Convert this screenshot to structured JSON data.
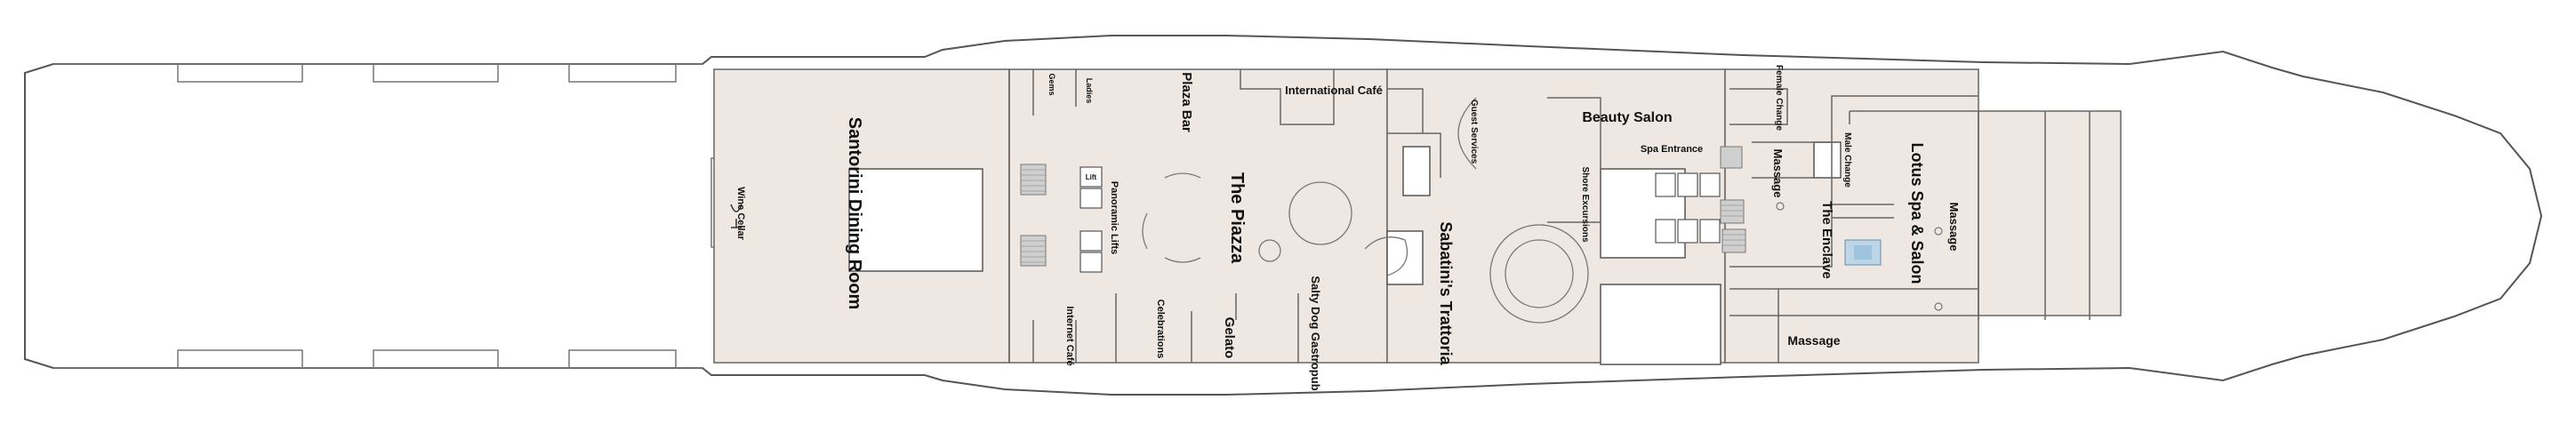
{
  "deck": {
    "background": "#ffffff",
    "floor_fill": "#efe8e2",
    "hull_outline": "#555555",
    "wall_stroke": "#666666",
    "detail_stroke": "#888888"
  },
  "labels": {
    "santorini_dining_room": "Santorini Dining Room",
    "wine_cellar": "Wine Cellar",
    "gems": "Gems",
    "ladies": "Ladies",
    "plaza_bar": "Plaza Bar",
    "international_cafe": "International Café",
    "the_piazza": "The Piazza",
    "panoramic_lifts": "Panoramic Lifts",
    "lift": "Lift",
    "internet_cafe": "Internet Café",
    "celebrations": "Celebrations",
    "gelato": "Gelato",
    "salty_dog_gastropub": "Salty Dog Gastropub",
    "guest_services": "Guest Services",
    "sabatinis_trattoria": "Sabatini's Trattoria",
    "shore_excursions": "Shore Excursions",
    "beauty_salon": "Beauty Salon",
    "spa_entrance": "Spa Entrance",
    "female_change": "Female Change",
    "male_change": "Male Change",
    "massage": "Massage",
    "the_enclave": "The Enclave",
    "lotus_spa_salon": "Lotus Spa & Salon"
  },
  "icons": {
    "wine_glass_icon": "wine-glass",
    "stairs_icon": "stairs",
    "pool_icon": "enclave-pool"
  }
}
